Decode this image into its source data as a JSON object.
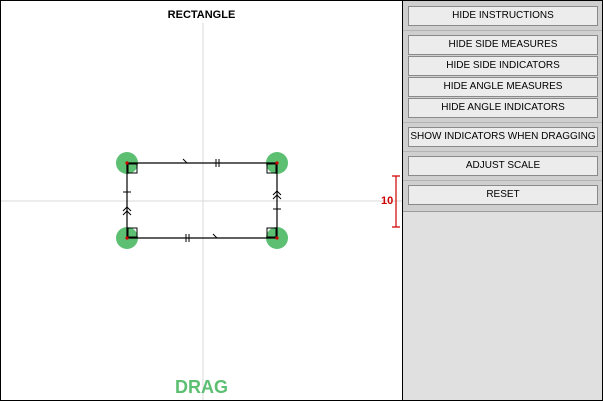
{
  "canvas": {
    "title": "RECTANGLE",
    "drag_label": "DRAG",
    "scale_value": "10",
    "colors": {
      "handle": "#5cbf72",
      "scale": "#d00000",
      "axis": "#d9d9d9",
      "shape": "#000000"
    }
  },
  "panel": {
    "buttons": {
      "hide_instructions": "HIDE INSTRUCTIONS",
      "hide_side_measures": "HIDE SIDE MEASURES",
      "hide_side_indicators": "HIDE SIDE INDICATORS",
      "hide_angle_measures": "HIDE ANGLE MEASURES",
      "hide_angle_indicators": "HIDE ANGLE INDICATORS",
      "show_indicators_dragging": "SHOW INDICATORS WHEN DRAGGING",
      "adjust_scale": "ADJUST SCALE",
      "reset": "RESET"
    }
  }
}
